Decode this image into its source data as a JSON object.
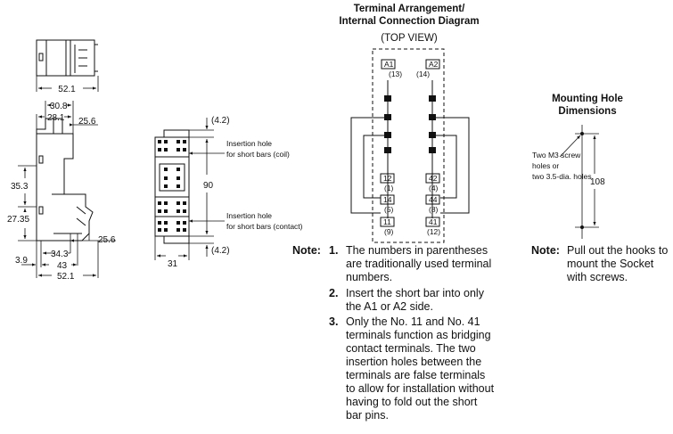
{
  "side_view": {
    "dim_52_1_top": "52.1",
    "dim_30_8": "30.8",
    "dim_28_1": "28.1",
    "dim_25_6_top": "25.6",
    "dim_35_3": "35.3",
    "dim_27_35": "27.35",
    "dim_25_6_bottom": "25.6",
    "dim_34_3": "34.3",
    "dim_3_9": "3.9",
    "dim_43": "43",
    "dim_52_1_bottom": "52.1"
  },
  "front_view": {
    "dim_4_2_top": "(4.2)",
    "dim_90": "90",
    "dim_4_2_bottom": "(4.2)",
    "dim_31": "31",
    "coil_label_1": "Insertion hole",
    "coil_label_2": "for short bars (coil)",
    "contact_label_1": "Insertion hole",
    "contact_label_2": "for short bars (contact)"
  },
  "terminal": {
    "title_1": "Terminal Arrangement/",
    "title_2": "Internal Connection Diagram",
    "subtitle": "(TOP VIEW)",
    "a1": "A1",
    "a1_old": "(13)",
    "a2": "A2",
    "a2_old": "(14)",
    "t12": "12",
    "t12_old": "(1)",
    "t42": "42",
    "t42_old": "(4)",
    "t14": "14",
    "t14_old": "(5)",
    "t44": "44",
    "t44_old": "(8)",
    "t11": "11",
    "t11_old": "(9)",
    "t41": "41",
    "t41_old": "(12)"
  },
  "notes": {
    "label": "Note:",
    "items": [
      {
        "num": "1.",
        "lines": [
          "The numbers in parentheses",
          "are traditionally used terminal",
          "numbers."
        ]
      },
      {
        "num": "2.",
        "lines": [
          "Insert the short bar into only",
          "the A1 or A2 side."
        ]
      },
      {
        "num": "3.",
        "lines": [
          "Only the No. 11 and No. 41",
          "terminals function as bridging",
          "contact terminals. The two",
          "insertion holes between the",
          "terminals are false terminals",
          "to allow for installation without",
          "having to fold out the short",
          "bar pins."
        ]
      }
    ]
  },
  "mounting": {
    "title_1": "Mounting Hole",
    "title_2": "Dimensions",
    "screw_1": "Two M3 screw",
    "screw_2": "holes or",
    "screw_3": "two 3.5-dia. holes",
    "dim_108": "108",
    "note_label": "Note:",
    "note_lines": [
      "Pull out the hooks to",
      "mount the Socket",
      "with screws."
    ]
  }
}
